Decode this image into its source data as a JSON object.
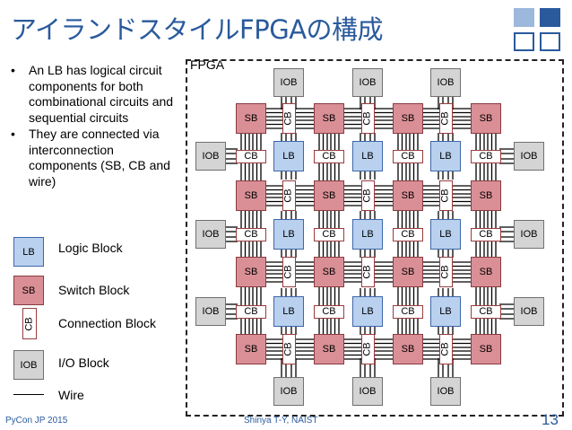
{
  "title": "アイランドスタイルFPGAの構成",
  "bullets": [
    "An LB has logical circuit components for both combinational circuits and sequential circuits",
    "They are connected via interconnection components (SB, CB and wire)"
  ],
  "bullet_symbol": "•",
  "legend": {
    "lb_box": "LB",
    "lb_text": "Logic Block",
    "sb_box": "SB",
    "sb_text": "Switch Block",
    "cb_box": "CB",
    "cb_text": "Connection Block",
    "iob_box": "IOB",
    "iob_text": "I/O Block",
    "wire_text": "Wire"
  },
  "fpga": {
    "label": "FPGA",
    "iob": "IOB",
    "sb": "SB",
    "cb": "CB",
    "lb": "LB"
  },
  "footer": {
    "left": "PyCon JP 2015",
    "center": "Shinya T-Y, NAIST",
    "page": "13"
  },
  "colors": {
    "accent": "#2a5a9c",
    "lb_fill": "#b9d1ef",
    "sb_fill": "#d98f95",
    "iob_fill": "#d4d4d4",
    "cb_border": "#9c3c40"
  },
  "logo_icon": "grid-squares-logo-icon"
}
